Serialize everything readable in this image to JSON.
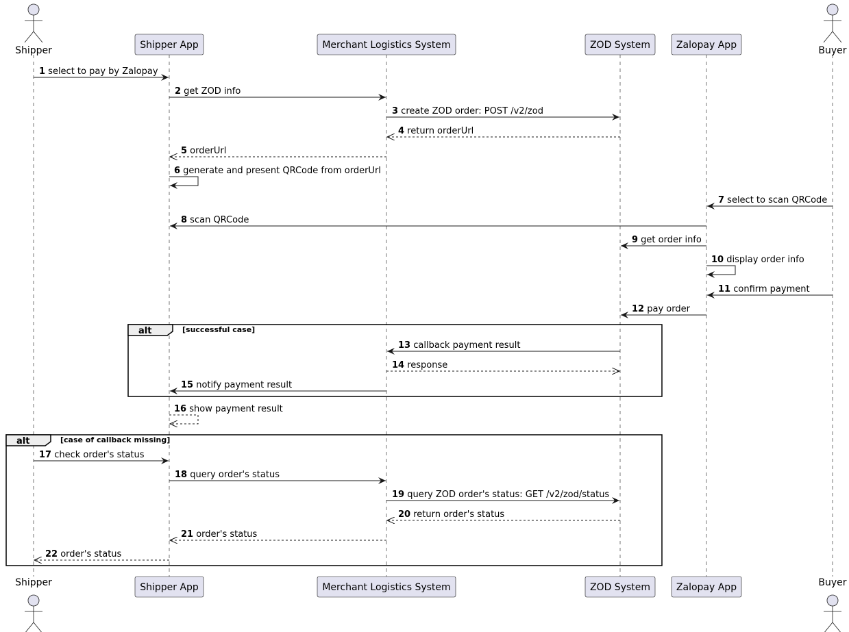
{
  "participants": [
    {
      "id": "shipper",
      "label": "Shipper",
      "kind": "actor"
    },
    {
      "id": "shipper_app",
      "label": "Shipper App",
      "kind": "box"
    },
    {
      "id": "mls",
      "label": "Merchant Logistics System",
      "kind": "box"
    },
    {
      "id": "zod",
      "label": "ZOD System",
      "kind": "box"
    },
    {
      "id": "zalopay_app",
      "label": "Zalopay App",
      "kind": "box"
    },
    {
      "id": "buyer",
      "label": "Buyer",
      "kind": "actor"
    }
  ],
  "messages": [
    {
      "num": "1",
      "text": "select to pay by Zalopay",
      "from": "shipper",
      "to": "shipper_app",
      "style": "solid"
    },
    {
      "num": "2",
      "text": "get ZOD info",
      "from": "shipper_app",
      "to": "mls",
      "style": "solid"
    },
    {
      "num": "3",
      "text": "create ZOD order: POST /v2/zod",
      "from": "mls",
      "to": "zod",
      "style": "solid"
    },
    {
      "num": "4",
      "text": "return orderUrl",
      "from": "zod",
      "to": "mls",
      "style": "dashed"
    },
    {
      "num": "5",
      "text": "orderUrl",
      "from": "mls",
      "to": "shipper_app",
      "style": "dashed"
    },
    {
      "num": "6",
      "text": "generate and present QRCode from orderUrl",
      "from": "shipper_app",
      "to": "shipper_app",
      "style": "solid"
    },
    {
      "num": "7",
      "text": "select to scan QRCode",
      "from": "buyer",
      "to": "zalopay_app",
      "style": "solid"
    },
    {
      "num": "8",
      "text": "scan QRCode",
      "from": "zalopay_app",
      "to": "shipper_app",
      "style": "solid"
    },
    {
      "num": "9",
      "text": "get order info",
      "from": "zalopay_app",
      "to": "zod",
      "style": "solid"
    },
    {
      "num": "10",
      "text": "display order info",
      "from": "zalopay_app",
      "to": "zalopay_app",
      "style": "solid"
    },
    {
      "num": "11",
      "text": "confirm payment",
      "from": "buyer",
      "to": "zalopay_app",
      "style": "solid"
    },
    {
      "num": "12",
      "text": "pay order",
      "from": "zalopay_app",
      "to": "zod",
      "style": "solid"
    },
    {
      "num": "13",
      "text": "callback payment result",
      "from": "zod",
      "to": "mls",
      "style": "solid"
    },
    {
      "num": "14",
      "text": "response",
      "from": "mls",
      "to": "zod",
      "style": "dashed"
    },
    {
      "num": "15",
      "text": "notify payment result",
      "from": "mls",
      "to": "shipper_app",
      "style": "solid"
    },
    {
      "num": "16",
      "text": "show payment result",
      "from": "shipper_app",
      "to": "shipper_app",
      "style": "dashed"
    },
    {
      "num": "17",
      "text": "check order's status",
      "from": "shipper",
      "to": "shipper_app",
      "style": "solid"
    },
    {
      "num": "18",
      "text": "query order's status",
      "from": "shipper_app",
      "to": "mls",
      "style": "solid"
    },
    {
      "num": "19",
      "text": "query ZOD order's status: GET /v2/zod/status",
      "from": "mls",
      "to": "zod",
      "style": "solid"
    },
    {
      "num": "20",
      "text": "return order's status",
      "from": "zod",
      "to": "mls",
      "style": "dashed"
    },
    {
      "num": "21",
      "text": "order's status",
      "from": "mls",
      "to": "shipper_app",
      "style": "dashed"
    },
    {
      "num": "22",
      "text": "order's status",
      "from": "shipper_app",
      "to": "shipper",
      "style": "dashed"
    }
  ],
  "fragments": [
    {
      "keyword": "alt",
      "guard": "[successful case]",
      "first": "13",
      "last": "15"
    },
    {
      "keyword": "alt",
      "guard": "[case of callback missing]",
      "first": "17",
      "last": "22"
    }
  ],
  "colors": {
    "box_fill": "#E2E2F0",
    "box_stroke": "#181818",
    "lifeline": "#181818",
    "arrow": "#181818",
    "fragment_tab": "#EEEEEE"
  }
}
